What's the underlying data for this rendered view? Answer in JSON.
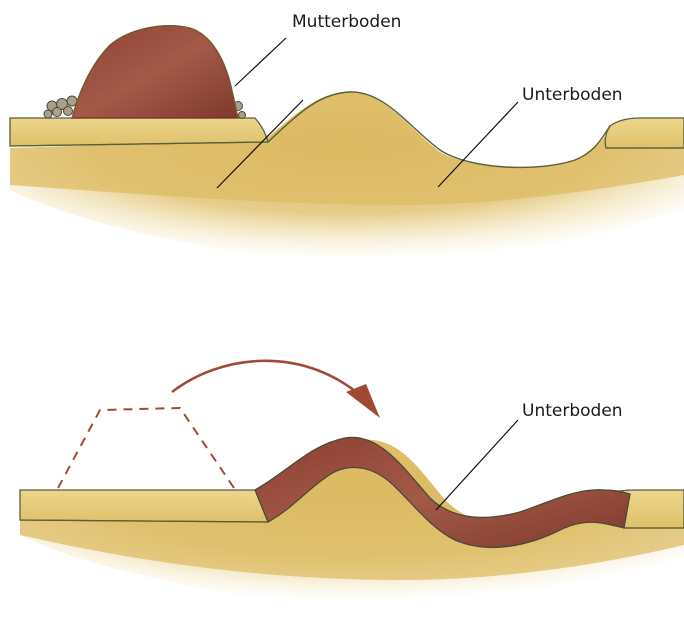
{
  "labels": {
    "top_topsoil": "Mutterboden",
    "top_subsoil": "Unterboden",
    "bottom_subsoil": "Unterboden"
  },
  "colors": {
    "sand_light": "#ead384",
    "sand_mid": "#dcb862",
    "sand_dark": "#c9a24a",
    "topsoil": "#9b4a3a",
    "topsoil_dark": "#7a3427",
    "outline": "#5a5f3a",
    "arrow": "#a04a36",
    "leader": "#111111"
  }
}
